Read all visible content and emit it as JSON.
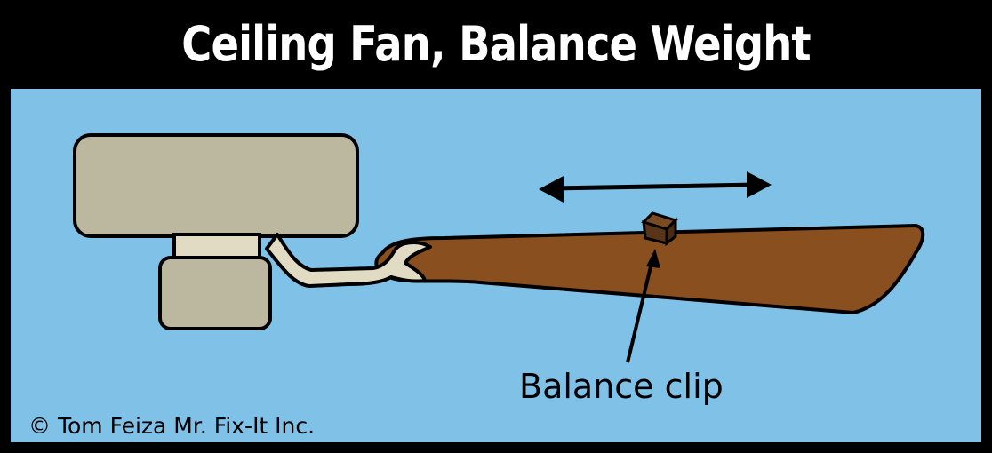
{
  "title": "Ceiling Fan, Balance Weight",
  "callout": {
    "label": "Balance clip"
  },
  "copyright": "© Tom Feiza Mr. Fix-It Inc.",
  "colors": {
    "background": "#80c1e8",
    "title_bar": "#000000",
    "motor_housing": "#bcb8a0",
    "blade": "#8a4f1f",
    "blade_iron": "#e2dbc4",
    "clip": "#5a3416"
  },
  "icons": {
    "motion_arrow": "double-headed-arrow"
  }
}
